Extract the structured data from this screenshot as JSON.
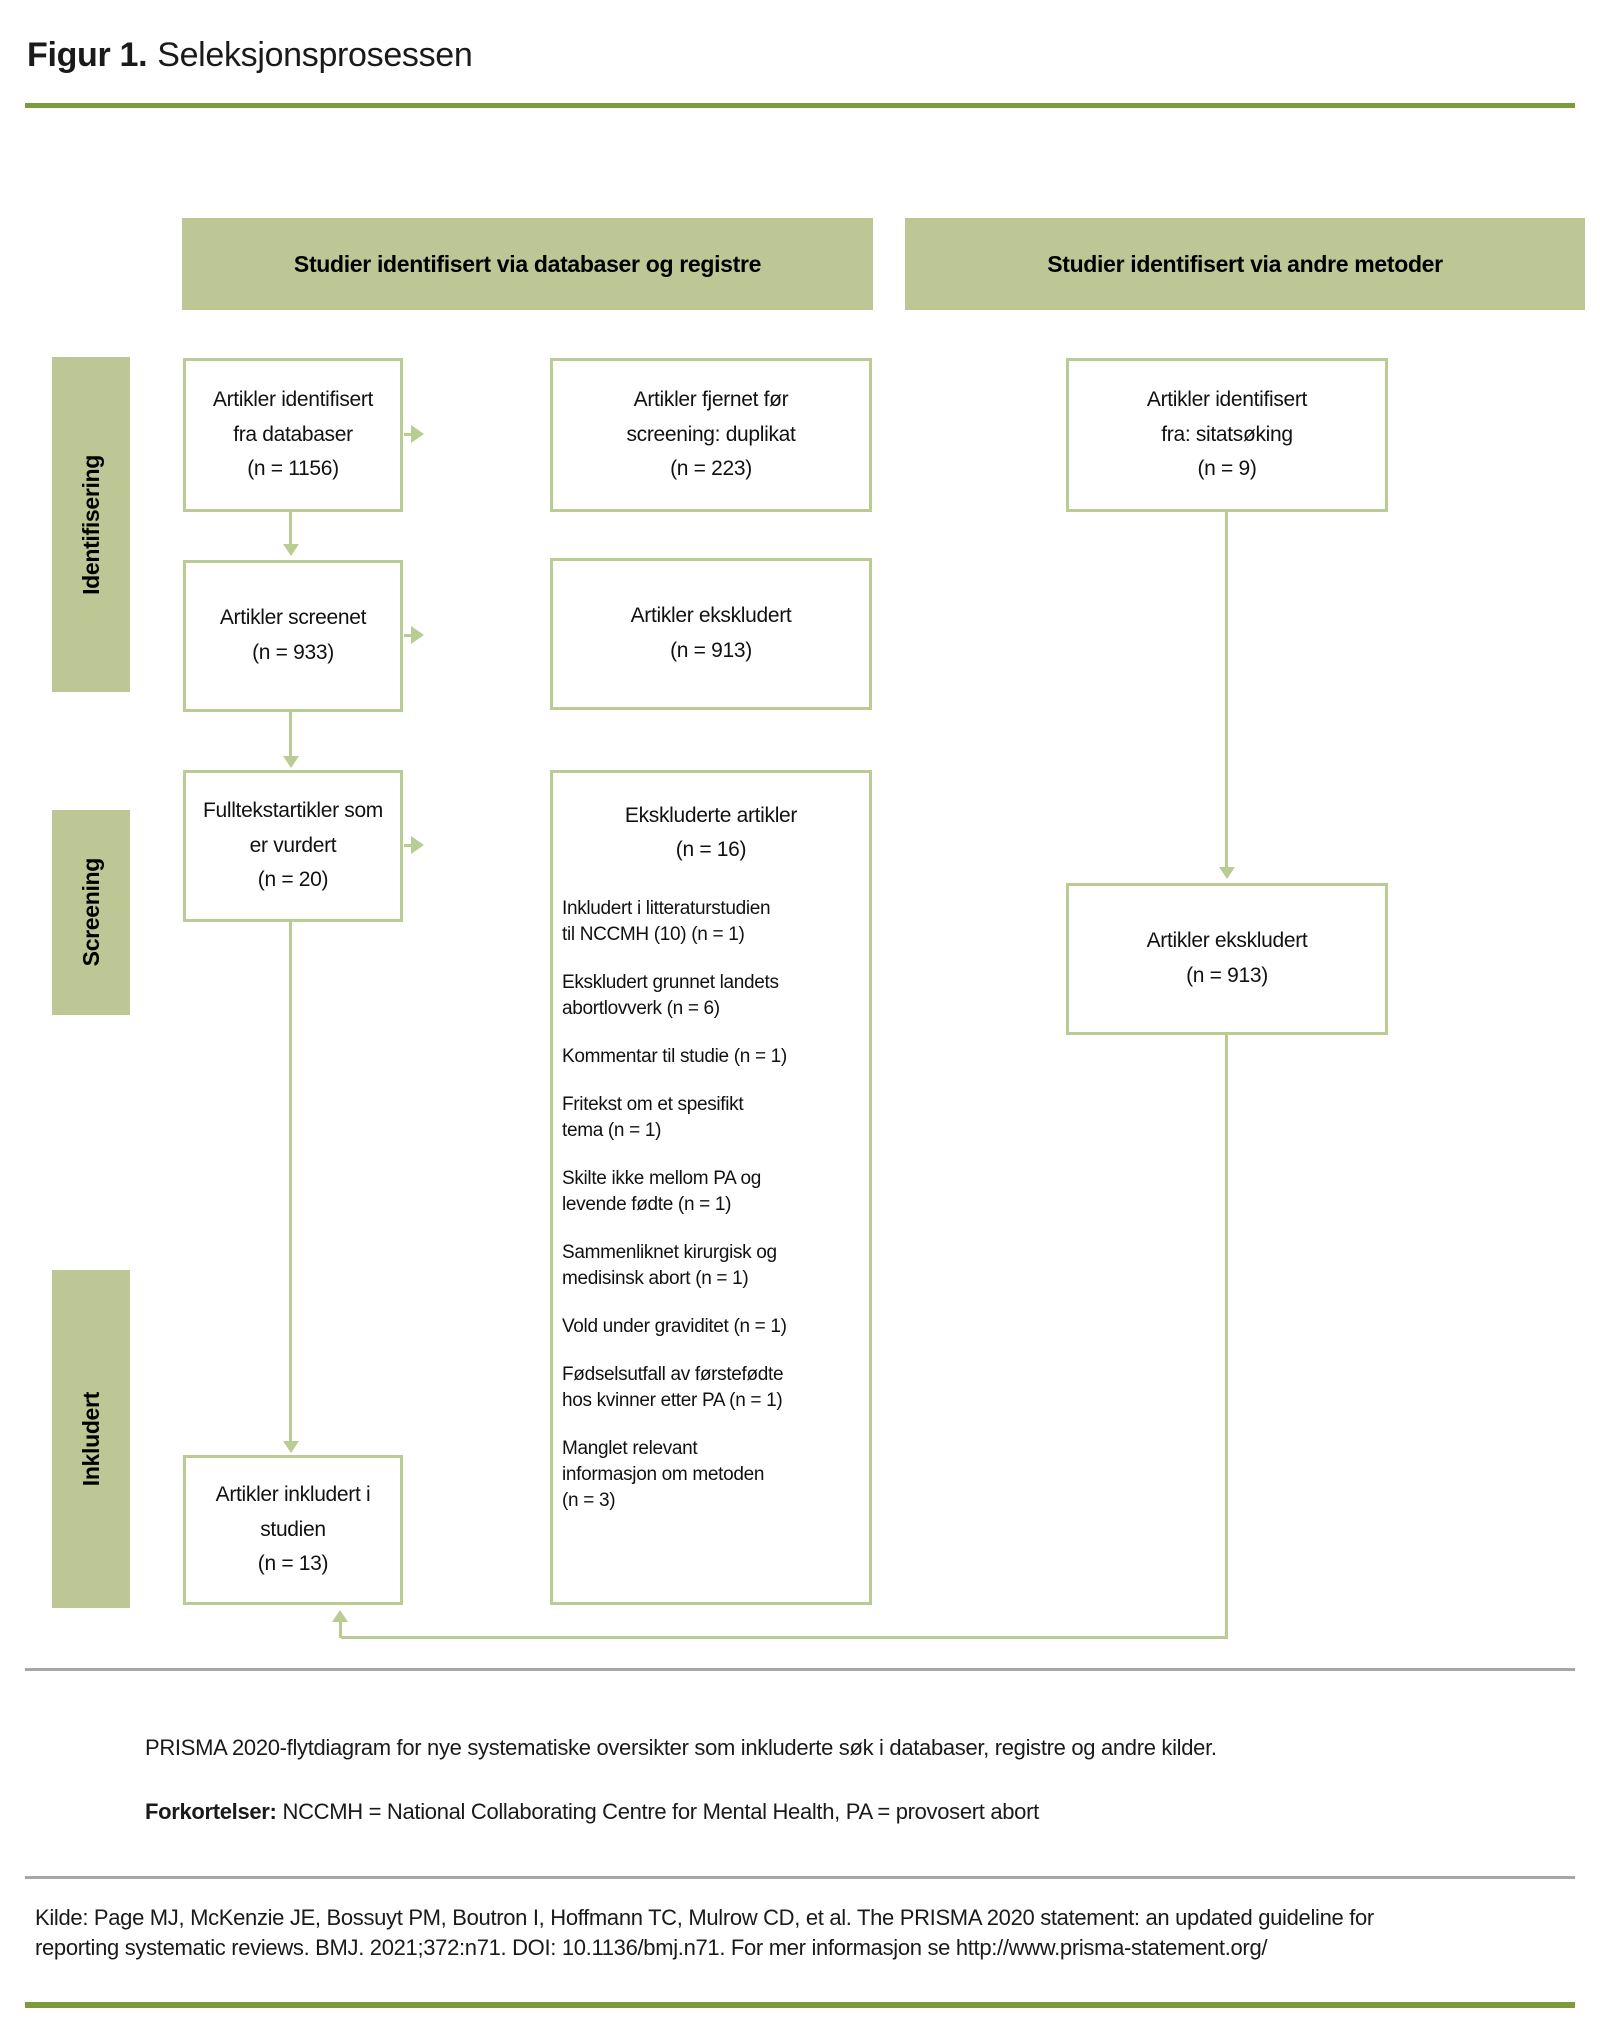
{
  "figure": {
    "label": "Figur 1.",
    "title": "Seleksjonsprosessen"
  },
  "column_headers": {
    "databases": "Studier identifisert via databaser og registre",
    "other_methods": "Studier identifisert via andre metoder"
  },
  "stages": {
    "identification": "Identifisering",
    "screening": "Screening",
    "included": "Inkludert"
  },
  "flow": {
    "col1": {
      "identified": "Artikler identifisert\nfra databaser\n(n = 1156)",
      "screened": "Artikler screenet\n(n = 933)",
      "fulltext": "Fulltekstartikler som\ner vurdert\n(n = 20)",
      "included": "Artikler inkludert i\nstudien\n(n = 13)"
    },
    "col2": {
      "removed_before_screening": "Artikler fjernet før\nscreening: duplikat\n(n = 223)",
      "excluded_screening": "Artikler ekskludert\n(n = 913)",
      "excluded_fulltext": {
        "heading": "Ekskluderte artikler\n(n = 16)",
        "items": [
          "Inkludert i litteraturstudien\ntil NCCMH (10) (n = 1)",
          "Ekskludert grunnet landets\nabortlovverk (n = 6)",
          "Kommentar til studie (n = 1)",
          "Fritekst om et spesifikt\ntema (n = 1)",
          "Skilte ikke mellom PA og\nlevende fødte (n = 1)",
          "Sammenliknet kirurgisk og\nmedisinsk abort (n = 1)",
          "Vold under graviditet (n = 1)",
          "Fødselsutfall av førstefødte\nhos kvinner etter PA (n = 1)",
          "Manglet relevant\ninformasjon om metoden\n(n = 3)"
        ]
      }
    },
    "col3": {
      "identified_citation": "Artikler identifisert\nfra: sitatsøking\n(n = 9)",
      "excluded": "Artikler ekskludert\n(n = 913)"
    }
  },
  "captions": {
    "note": "PRISMA 2020-flytdiagram for nye systematiske oversikter som inkluderte søk i databaser, registre og andre kilder.",
    "abbreviations_label": "Forkortelser:",
    "abbreviations_text": "NCCMH = National Collaborating Centre for Mental Health, PA = provosert abort",
    "source_line1": "Kilde: Page MJ, McKenzie JE, Bossuyt PM, Boutron I, Hoffmann TC, Mulrow CD, et al. The PRISMA 2020 statement: an updated guideline for",
    "source_line2": "reporting systematic reviews. BMJ. 2021;372:n71. DOI: 10.1136/bmj.n71. For mer informasjon se http://www.prisma-statement.org/"
  },
  "colors": {
    "bar_green": "#bcc795",
    "line_green": "#b9cc93",
    "rule_olive": "#7e9b3c",
    "rule_gray": "#a7a7a7"
  }
}
